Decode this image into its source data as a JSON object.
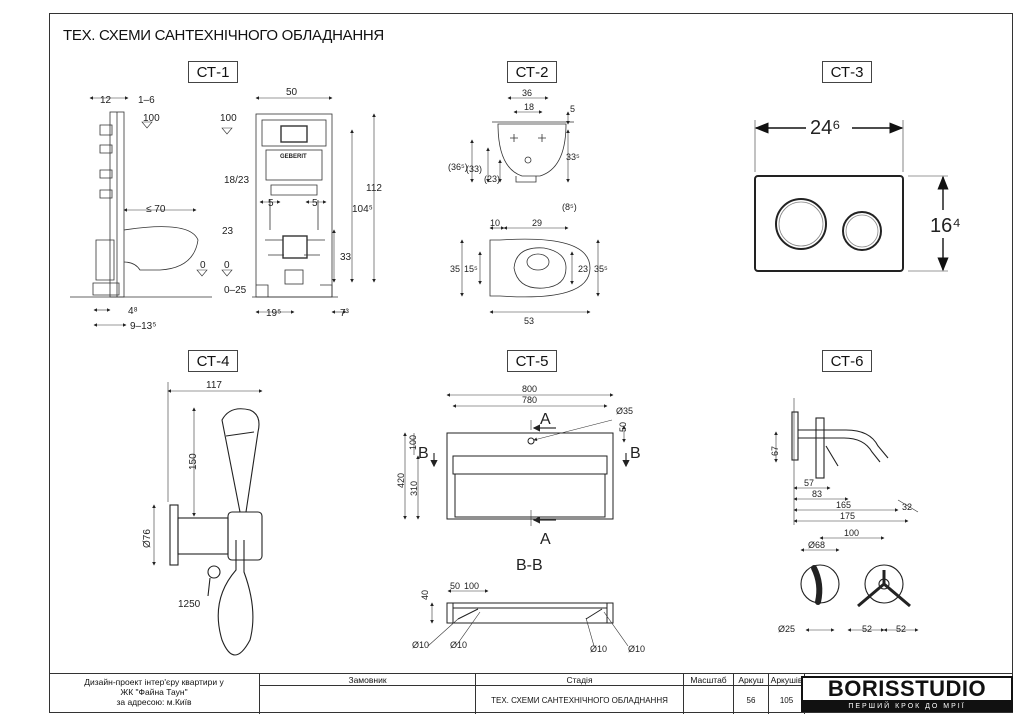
{
  "sheet": {
    "title": "ТЕХ. СХЕМИ САНТЕХНІЧНОГО ОБЛАДНАННЯ"
  },
  "panels": [
    {
      "id": "ct1",
      "label": "СТ-1"
    },
    {
      "id": "ct2",
      "label": "СТ-2"
    },
    {
      "id": "ct3",
      "label": "СТ-3"
    },
    {
      "id": "ct4",
      "label": "СТ-4"
    },
    {
      "id": "ct5",
      "label": "СТ-5"
    },
    {
      "id": "ct6",
      "label": "СТ-6"
    }
  ],
  "dims": {
    "ct1": {
      "d12": "12",
      "d1_6": "1–6",
      "d100a": "100",
      "d70": "≤ 70",
      "d0a": "0",
      "d4_8": "4⁸",
      "d9_13": "9–13⁵",
      "d50": "50",
      "d100b": "100",
      "d18_23": "18/23",
      "d5a": "5",
      "d5b": "5",
      "d23": "23",
      "d0b": "0",
      "d0_25": "0–25",
      "d112": "112",
      "d104": "104⁵",
      "d33": "33",
      "d19": "19⁵",
      "d7": "7³",
      "brand": "GEBERIT"
    },
    "ct2": {
      "d36": "36",
      "d18": "18",
      "d5": "5",
      "d33": "33⁵",
      "d36b": "(36⁵)",
      "d33b": "(33)",
      "d23b": "(23)",
      "d8": "(8⁵)",
      "d10": "10",
      "d29": "29",
      "d35a": "35",
      "d15": "15⁵",
      "d23": "23",
      "d35b": "35⁵",
      "d53": "53"
    },
    "ct3": {
      "w": "24⁶",
      "h": "16⁴"
    },
    "ct4": {
      "d117": "117",
      "d150": "150",
      "d76": "Ø76",
      "d1250": "1250"
    },
    "ct5": {
      "d800": "800",
      "d780": "780",
      "d35": "Ø35",
      "d50": "50",
      "d100": "100",
      "d420": "420",
      "d310": "310",
      "a1": "A",
      "a2": "A",
      "b1": "B",
      "b2": "B",
      "section": "B-B",
      "s50": "50",
      "s100": "100",
      "s40": "40",
      "f1": "Ø10",
      "f2": "Ø10",
      "f3": "Ø10",
      "f4": "Ø10"
    },
    "ct6": {
      "d67": "67",
      "d57": "57",
      "d83": "83",
      "d165": "165",
      "d175": "175",
      "d32": "32",
      "d100": "100",
      "d68": "Ø68",
      "d25": "Ø25",
      "d52a": "52",
      "d52b": "52"
    }
  },
  "title_block": {
    "project_line1": "Дизайн-проект інтер'єру квартири у",
    "project_line2": "ЖК \"Файна Таун\"",
    "project_line3": "за адресою: м.Київ",
    "customer_label": "Замовник",
    "stage_label": "Стадія",
    "stage_value": "ТЕХ. СХЕМИ САНТЕХНІЧНОГО ОБЛАДНАННЯ",
    "scale_label": "Масштаб",
    "sheet_label": "Аркуш",
    "sheet_value": "56",
    "sheets_label": "Аркушів",
    "sheets_value": "105",
    "logo_name": "BORISSTUDIO",
    "logo_slogan": "ПЕРШИЙ КРОК ДО МРІЇ"
  }
}
